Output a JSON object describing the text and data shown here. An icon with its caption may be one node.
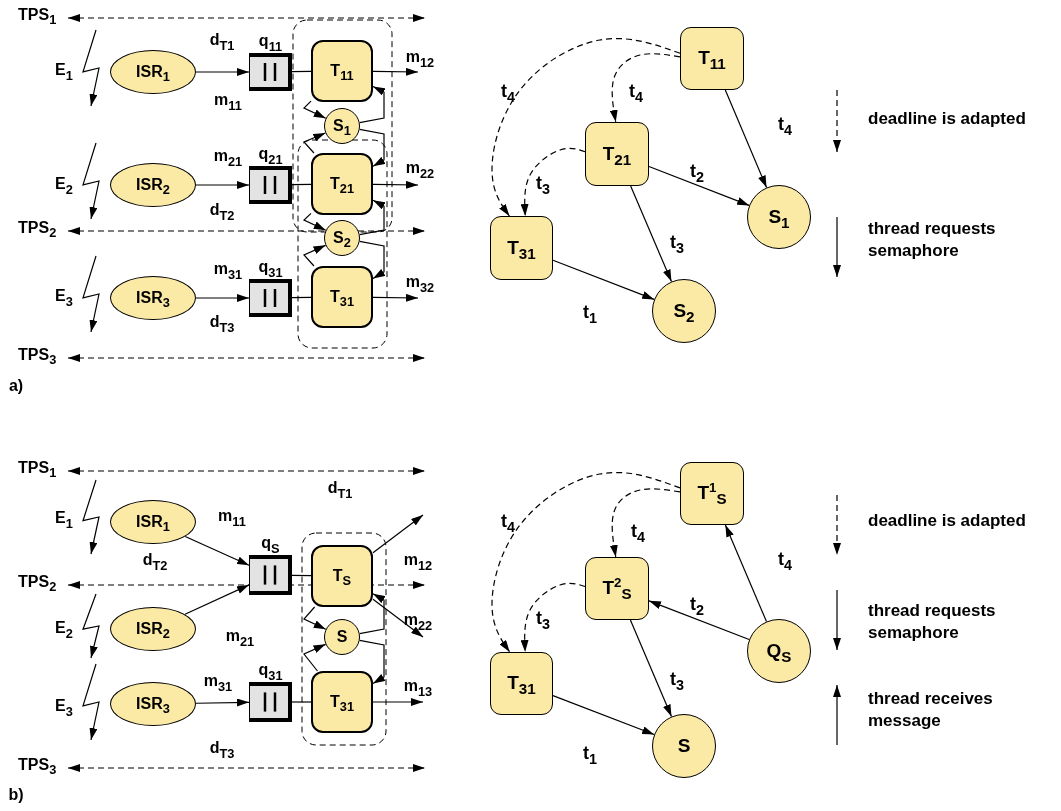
{
  "diagram": {
    "nodes": [
      {
        "text": [
          "TPS$_{1}$"
        ]
      },
      {
        "text": [
          "TPS$_{2}$"
        ]
      },
      {
        "text": [
          "TPS$_{3}$"
        ]
      },
      {
        "text": [
          "ISR$_{1}$"
        ]
      },
      {
        "text": [],
        "shape": "box",
        "beside": [
          "q$_{11}$"
        ]
      },
      {
        "text": [
          "T$_{11}$"
        ]
      },
      {
        "text": [
          "S$_{1}$"
        ]
      },
      {
        "text": [
          "ISR$_{2}$"
        ]
      },
      {
        "text": [],
        "shape": "box",
        "beside": [
          "q$_{21}$"
        ]
      },
      {
        "text": [
          "T$_{21}$"
        ]
      },
      {
        "text": [
          "S$_{2}$"
        ]
      },
      {
        "text": [
          "ISR$_{3}$"
        ]
      },
      {
        "text": [],
        "shape": "box",
        "beside": [
          "q$_{31}$"
        ]
      },
      {
        "text": [
          "T$_{31}$"
        ]
      },
      {
        "text": [
          "T$_{11}$"
        ]
      },
      {
        "text": [
          "T$_{21}$"
        ]
      },
      {
        "text": [
          "T$_{31}$"
        ]
      },
      {
        "text": [
          "S$_{1}$"
        ]
      },
      {
        "text": [
          "S$_{2}$"
        ]
      },
      {
        "text": [
          "TPS$_{1}$"
        ]
      },
      {
        "text": [
          "TPS$_{2}$"
        ]
      },
      {
        "text": [
          "TPS$_{3}$"
        ]
      },
      {
        "text": [
          "ISR$_{1}$"
        ]
      },
      {
        "text": [],
        "shape": "box",
        "beside": [
          "q$_{S}$"
        ]
      },
      {
        "text": [
          "T$_{S}$"
        ]
      },
      {
        "text": [
          "ISR$_{2}$"
        ]
      },
      {
        "text": [
          "S"
        ]
      },
      {
        "text": [
          "ISR$_{3}$"
        ]
      },
      {
        "text": [],
        "shape": "box",
        "beside": [
          "q$_{31}$"
        ]
      },
      {
        "text": [
          "T$_{31}$"
        ]
      },
      {
        "text": [
          "T$^{1}$$_{S}$"
        ]
      },
      {
        "text": [
          "T$^{2}$$_{S}$"
        ]
      },
      {
        "text": [
          "T$_{31}$"
        ]
      },
      {
        "text": [
          "Q$_{S}$"
        ]
      },
      {
        "text": [
          "S"
        ]
      }
    ],
    "edges": [
      {
        "from": 0,
        "to": null,
        "arrow": "both",
        "style": "dashed"
      },
      {
        "from": 1,
        "to": null,
        "arrow": "both",
        "style": "dashed"
      },
      {
        "from": 2,
        "to": null,
        "arrow": "both",
        "style": "dashed"
      },
      {
        "from": 3,
        "to": 4,
        "arrow": "to",
        "label": "m$_{11}$"
      },
      {
        "from": 4,
        "to": 5,
        "arrow": "none"
      },
      {
        "from": 5,
        "to": null,
        "arrow": "to",
        "label": "m$_{12}$"
      },
      {
        "from": 5,
        "to": 6,
        "arrow": "to"
      },
      {
        "from": 6,
        "to": 5,
        "arrow": "to"
      },
      {
        "from": 7,
        "to": 8,
        "arrow": "to",
        "label": "m$_{21}$"
      },
      {
        "from": 8,
        "to": 9,
        "arrow": "none"
      },
      {
        "from": 9,
        "to": null,
        "arrow": "to",
        "label": "m$_{22}$"
      },
      {
        "from": 9,
        "to": 6,
        "arrow": "to"
      },
      {
        "from": 6,
        "to": 9,
        "arrow": "to"
      },
      {
        "from": 9,
        "to": 10,
        "arrow": "to"
      },
      {
        "from": 10,
        "to": 9,
        "arrow": "to"
      },
      {
        "from": 11,
        "to": 12,
        "arrow": "to",
        "label": "m$_{31}$"
      },
      {
        "from": 12,
        "to": 13,
        "arrow": "none"
      },
      {
        "from": 13,
        "to": null,
        "arrow": "to",
        "label": "m$_{32}$"
      },
      {
        "from": 13,
        "to": 10,
        "arrow": "to"
      },
      {
        "from": 10,
        "to": 13,
        "arrow": "to"
      },
      {
        "from": 14,
        "to": 15,
        "arrow": "to",
        "style": "dashed",
        "label": "t$_{4}$"
      },
      {
        "from": 14,
        "to": 16,
        "arrow": "to",
        "style": "dashed",
        "label": "t$_{4}$"
      },
      {
        "from": 14,
        "to": 17,
        "arrow": "to",
        "label": "t$_{4}$"
      },
      {
        "from": 15,
        "to": 16,
        "arrow": "to",
        "style": "dashed",
        "label": "t$_{3}$"
      },
      {
        "from": 15,
        "to": 17,
        "arrow": "to",
        "label": "t$_{2}$"
      },
      {
        "from": 15,
        "to": 18,
        "arrow": "to",
        "label": "t$_{3}$"
      },
      {
        "from": 16,
        "to": 18,
        "arrow": "to",
        "label": "t$_{1}$"
      },
      {
        "from": 19,
        "to": null,
        "arrow": "both",
        "style": "dashed"
      },
      {
        "from": 20,
        "to": null,
        "arrow": "both",
        "style": "dashed"
      },
      {
        "from": 21,
        "to": null,
        "arrow": "both",
        "style": "dashed"
      },
      {
        "from": 22,
        "to": 23,
        "arrow": "to",
        "label": "m$_{11}$"
      },
      {
        "from": 25,
        "to": 23,
        "arrow": "to",
        "label": "m$_{21}$"
      },
      {
        "from": 27,
        "to": 28,
        "arrow": "to",
        "label": "m$_{31}$"
      },
      {
        "from": 23,
        "to": 24,
        "arrow": "none"
      },
      {
        "from": 28,
        "to": 29,
        "arrow": "none"
      },
      {
        "from": 24,
        "to": null,
        "arrow": "to",
        "label": "m$_{12}$"
      },
      {
        "from": 24,
        "to": null,
        "arrow": "to",
        "label": "m$_{22}$"
      },
      {
        "from": 29,
        "to": null,
        "arrow": "to",
        "label": "m$_{13}$"
      },
      {
        "from": 24,
        "to": 26,
        "arrow": "to"
      },
      {
        "from": 26,
        "to": 24,
        "arrow": "to"
      },
      {
        "from": 29,
        "to": 26,
        "arrow": "to"
      },
      {
        "from": 26,
        "to": 29,
        "arrow": "to"
      },
      {
        "from": 30,
        "to": 31,
        "arrow": "to",
        "style": "dashed",
        "label": "t$_{4}$"
      },
      {
        "from": 30,
        "to": 32,
        "arrow": "to",
        "style": "dashed",
        "label": "t$_{4}$"
      },
      {
        "from": 33,
        "to": 30,
        "arrow": "to",
        "label": "t$_{4}$"
      },
      {
        "from": 33,
        "to": 31,
        "arrow": "to",
        "label": "t$_{2}$"
      },
      {
        "from": 31,
        "to": 32,
        "arrow": "to",
        "style": "dashed",
        "label": "t$_{3}$"
      },
      {
        "from": 31,
        "to": 34,
        "arrow": "to",
        "label": "t$_{3}$"
      },
      {
        "from": 32,
        "to": 34,
        "arrow": "to",
        "label": "t$_{1}$"
      }
    ],
    "labels": [
      "E$_{1}$",
      "d$_{T1}$",
      "E$_{2}$",
      "d$_{T2}$",
      "E$_{3}$",
      "d$_{T3}$",
      "a)",
      "E$_{1}$",
      "d$_{T1}$",
      "d$_{T2}$",
      "E$_{2}$",
      "E$_{3}$",
      "d$_{T3}$",
      "b)"
    ],
    "legend": [
      {
        "text": "deadline is adapted"
      },
      {
        "text": "thread requests semaphore"
      },
      {
        "text": "deadline is adapted"
      },
      {
        "text": "thread requests semaphore"
      },
      {
        "text": "thread receives message"
      }
    ]
  }
}
